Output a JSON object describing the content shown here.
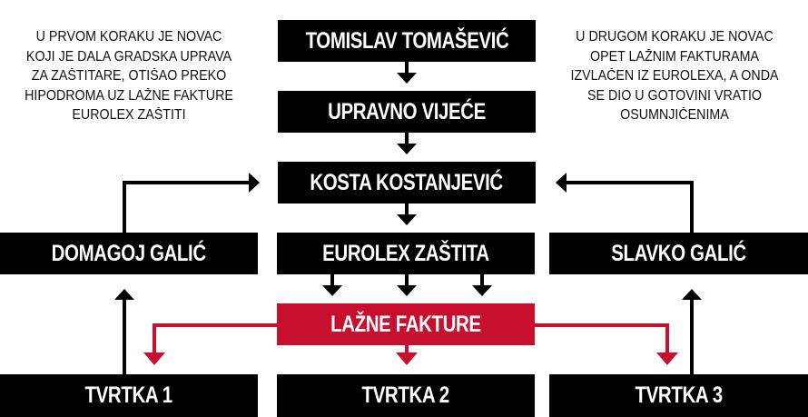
{
  "notes": {
    "left": [
      "U PRVOM KORAKU JE NOVAC",
      "KOJI JE DALA GRADSKA UPRAVA",
      "ZA ZAŠTITARE, OTIŠAO PREKO",
      "HIPODROMA UZ LAŽNE FAKTURE",
      "EUROLEX ZAŠTITI"
    ],
    "right": [
      "U DRUGOM KORAKU JE NOVAC",
      "OPET LAŽNIM FAKTURAMA",
      "IZVLAČEN IZ EUROLEXA, A ONDA",
      "SE DIO U GOTOVINI VRATIO",
      "OSUMNJIČENIMA"
    ]
  },
  "nodes": {
    "tomislav": "TOMISLAV TOMAŠEVIĆ",
    "upravno": "UPRAVNO VIJEĆE",
    "kosta": "KOSTA KOSTANJEVIĆ",
    "domagoj": "DOMAGOJ GALIĆ",
    "eurolex": "EUROLEX ZAŠTITA",
    "slavko": "SLAVKO GALIĆ",
    "lazne": "LAŽNE FAKTURE",
    "tvrtka1": "TVRTKA 1",
    "tvrtka2": "TVRTKA 2",
    "tvrtka3": "TVRTKA 3"
  },
  "colors": {
    "node": "#000000",
    "highlight": "#c8102e",
    "text": "#ffffff"
  }
}
